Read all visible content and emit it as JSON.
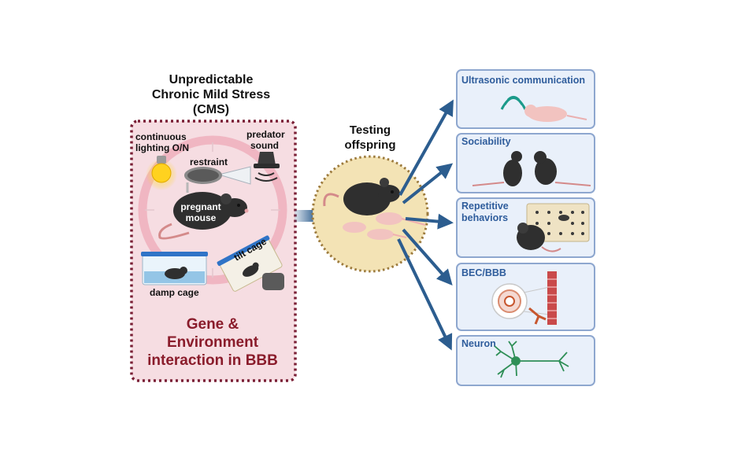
{
  "left_title": {
    "line1": "Unpredictable",
    "line2": "Chronic Mild Stress",
    "line3": "(CMS)"
  },
  "stressors": {
    "lighting_line1": "continuous",
    "lighting_line2": "lighting O/N",
    "predator_line1": "predator",
    "predator_line2": "sound",
    "restraint": "restraint",
    "pregnant_line1": "pregnant",
    "pregnant_line2": "mouse",
    "tilt_cage": "tilt cage",
    "damp_cage": "damp cage"
  },
  "gene_env": {
    "line1": "Gene  &",
    "line2": "Environment",
    "line3": "interaction in BBB"
  },
  "center_title": {
    "line1": "Testing",
    "line2": "offspring"
  },
  "outcomes": [
    {
      "line1": "Ultrasonic communication",
      "line2": ""
    },
    {
      "line1": "Sociability",
      "line2": ""
    },
    {
      "line1": "Repetitive",
      "line2": "behaviors"
    },
    {
      "line1": "BEC/BBB",
      "line2": ""
    },
    {
      "line1": "Neuron",
      "line2": ""
    }
  ],
  "colors": {
    "stress_fill": "#f6dde2",
    "stress_border": "#7a1f35",
    "gene_text": "#8a1c2b",
    "offspring_circle": "#f3e3b5",
    "offspring_border": "#9c7a3c",
    "panel_fill": "#e9f0fa",
    "panel_border": "#8ea7cf",
    "label_blue": "#2f5d9c",
    "arrow_blue": "#2c5d8f"
  }
}
